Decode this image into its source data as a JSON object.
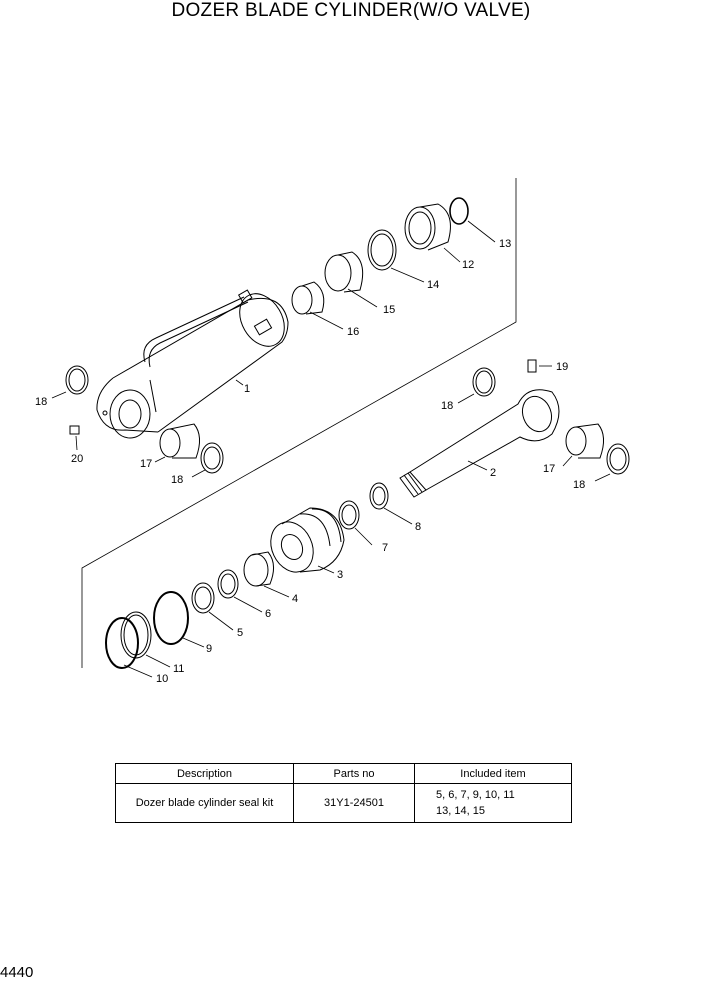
{
  "title": "DOZER BLADE CYLINDER(W/O VALVE)",
  "page_number": "4440",
  "callouts": {
    "c1": "1",
    "c2": "2",
    "c3": "3",
    "c4": "4",
    "c5": "5",
    "c6": "6",
    "c7": "7",
    "c8": "8",
    "c9": "9",
    "c10": "10",
    "c11": "11",
    "c12": "12",
    "c13": "13",
    "c14": "14",
    "c15": "15",
    "c16": "16",
    "c17a": "17",
    "c17b": "17",
    "c18a": "18",
    "c18b": "18",
    "c18c": "18",
    "c18d": "18",
    "c19": "19",
    "c20": "20"
  },
  "table": {
    "headers": [
      "Description",
      "Parts no",
      "Included item"
    ],
    "rows": [
      {
        "description": "Dozer blade cylinder seal kit",
        "parts_no": "31Y1-24501",
        "included_line1": "5, 6, 7, 9, 10, 11",
        "included_line2": "13, 14, 15"
      }
    ]
  }
}
